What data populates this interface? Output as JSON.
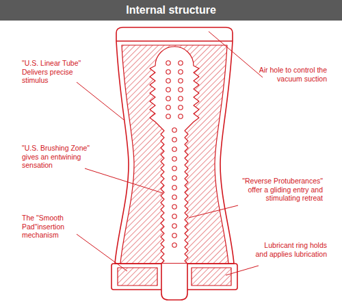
{
  "diagram": {
    "title": "Internal structure",
    "labels": [
      "\"U.S. Linear Tube\" Delivers precise stimulus",
      "Air hole to control the vacuum suction",
      "\"U.S. Brushing Zone\" gives an entwining sensation",
      "\"Reverse Protuberances\" offer a gliding entry and stimulating retreat",
      "The \"Smooth Pad\"insertion mechanism",
      "Lubricant ring holds and applies lubrication"
    ]
  }
}
